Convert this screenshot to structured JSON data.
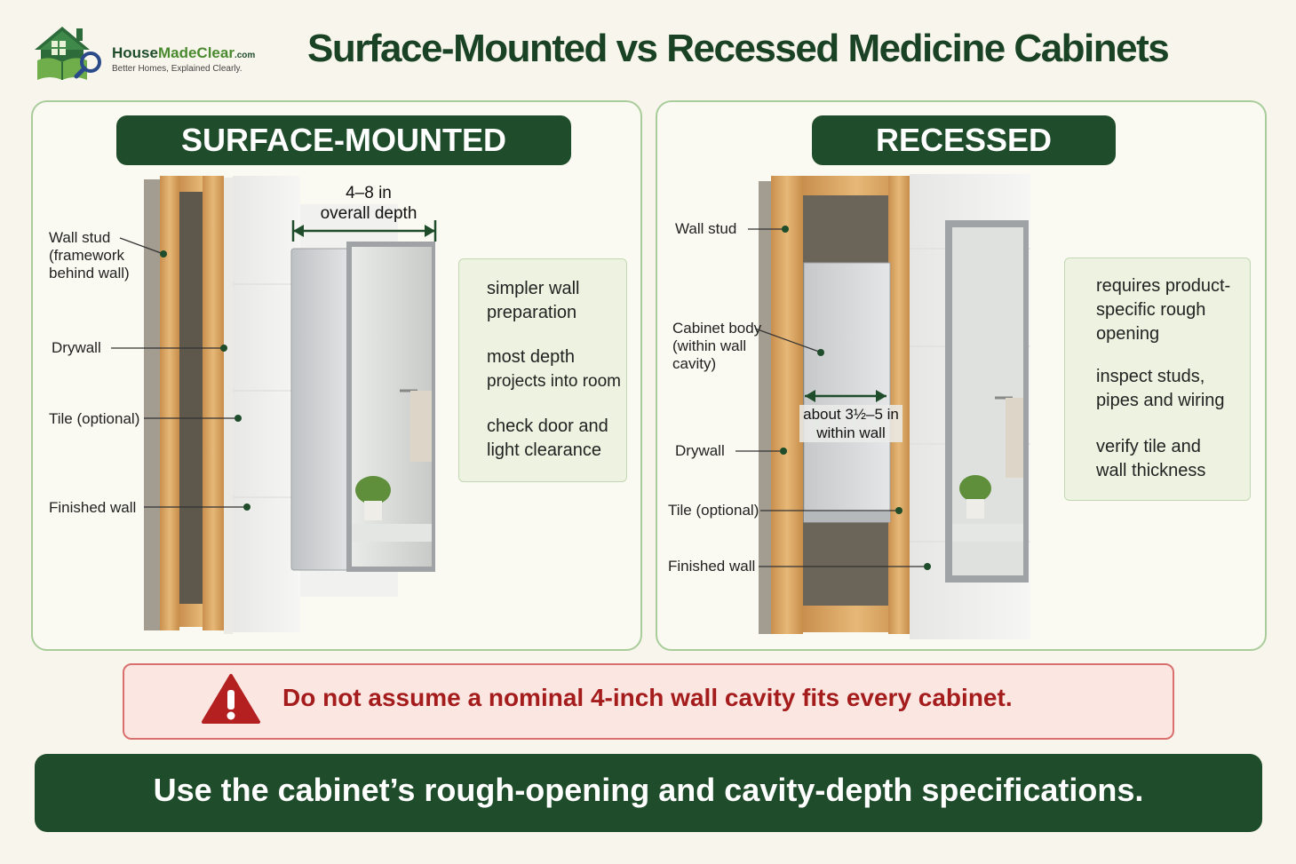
{
  "brand": {
    "name_a": "House",
    "name_b": "MadeClear",
    "name_suffix": ".com",
    "tagline": "Better Homes, Explained Clearly."
  },
  "title": "Surface-Mounted vs Recessed Medicine Cabinets",
  "surface": {
    "heading": "SURFACE-MOUNTED",
    "depth_line1": "4–8 in",
    "depth_line2": "overall depth",
    "labels": {
      "stud_1": "Wall stud",
      "stud_2": "(framework",
      "stud_3": "behind wall)",
      "drywall": "Drywall",
      "tile": "Tile (optional)",
      "finished": "Finished wall"
    },
    "bullets": [
      {
        "line1": "simpler wall",
        "line2": "preparation"
      },
      {
        "line1": "most depth",
        "line2": "projects into room"
      },
      {
        "line1": "check door and",
        "line2": "light clearance"
      }
    ]
  },
  "recessed": {
    "heading": "RECESSED",
    "depth_line1": "about 3½–5 in",
    "depth_line2": "within wall",
    "labels": {
      "stud": "Wall stud",
      "body_1": "Cabinet body",
      "body_2": "(within wall",
      "body_3": "cavity)",
      "drywall": "Drywall",
      "tile": "Tile (optional)",
      "finished": "Finished wall"
    },
    "bullets": [
      {
        "line1": "requires product-",
        "line2": "specific rough",
        "line3": "opening"
      },
      {
        "line1": "inspect studs,",
        "line2": "pipes and wiring"
      },
      {
        "line1": "verify tile and",
        "line2": "wall thickness"
      }
    ]
  },
  "warning": "Do not assume a nominal 4-inch wall cavity fits every cabinet.",
  "footer": "Use the cabinet’s rough-opening and cavity-depth specifications.",
  "colors": {
    "brand_green": "#1f4d2b",
    "panel_border": "#a9cc9b",
    "warning_red": "#a51c1c",
    "warning_bg": "#fbe6e2",
    "wood": "#d9a35f"
  },
  "icons": [
    "house-logo-icon",
    "warning-triangle-icon"
  ]
}
